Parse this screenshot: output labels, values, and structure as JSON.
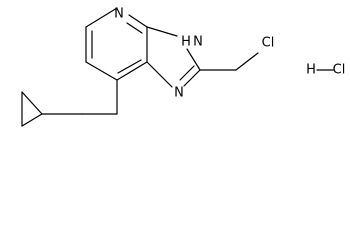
{
  "structure": {
    "labels": {
      "pyridine_n": "N",
      "imidazole_nh": "N",
      "imidazole_nh_h": "H",
      "imidazole_n": "N",
      "chlorine": "Cl",
      "hcl_h": "H",
      "hcl_cl": "Cl"
    },
    "bond_color": "#000000"
  }
}
